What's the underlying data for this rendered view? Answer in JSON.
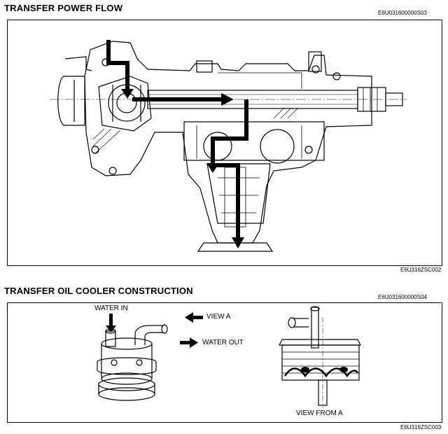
{
  "section1": {
    "title": "TRANSFER POWER FLOW",
    "code": "E6U031600000S03",
    "figure_code": "E6U316ZSC002"
  },
  "section2": {
    "title": "TRANSFER OIL COOLER CONSTRUCTION",
    "code": "E6U031600000S04",
    "figure_code": "E6U316ZSC003",
    "labels": {
      "water_in": "WATER IN",
      "water_out": "WATER OUT",
      "view_a": "VIEW A",
      "view_from_a": "VIEW FROM A"
    }
  }
}
